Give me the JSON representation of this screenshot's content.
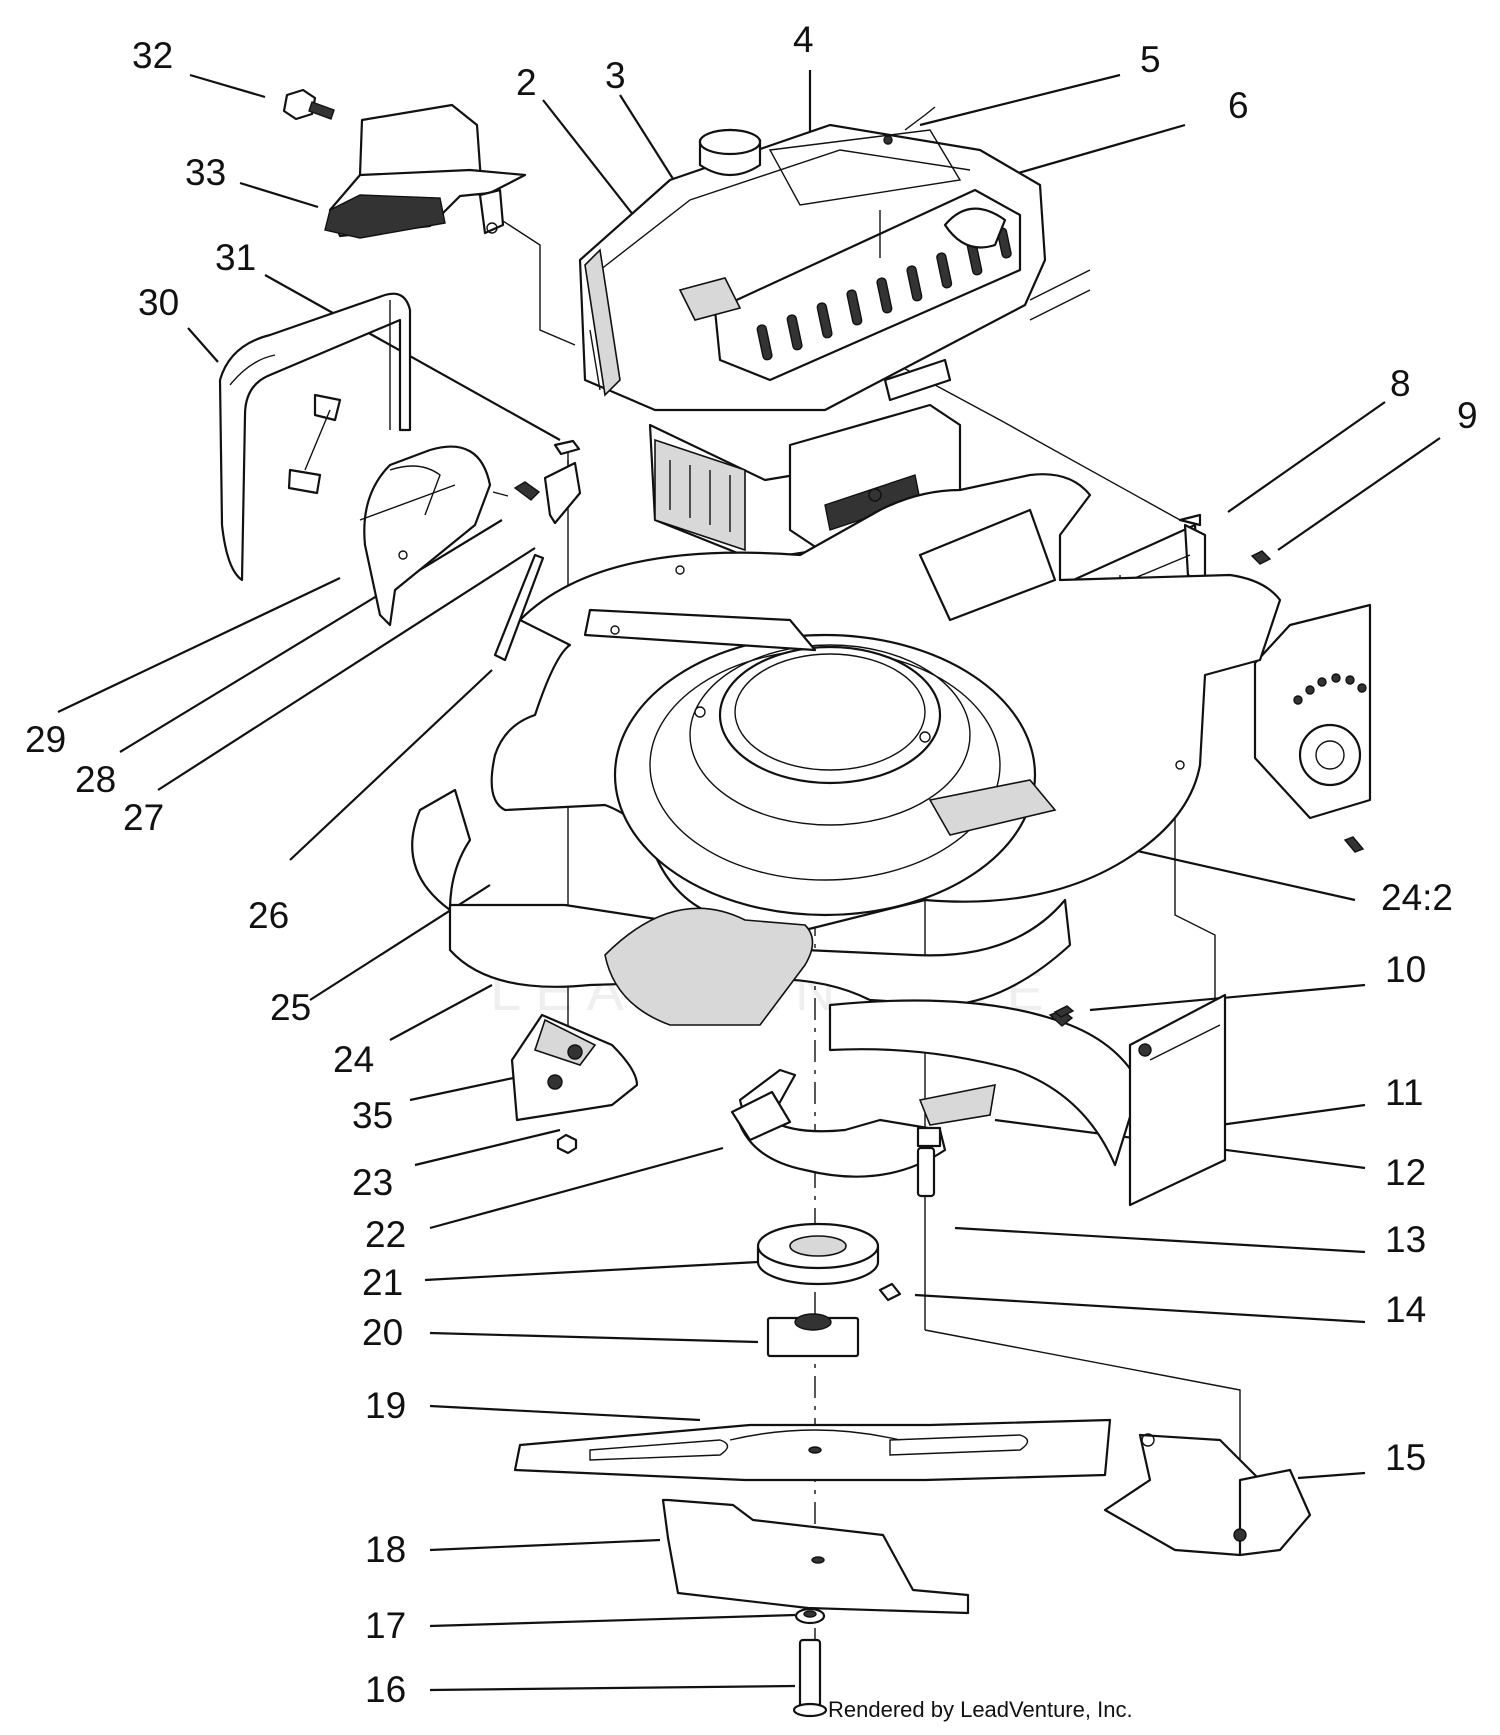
{
  "diagram": {
    "callouts": [
      "32",
      "2",
      "3",
      "4",
      "5",
      "6",
      "33",
      "31",
      "30",
      "8",
      "9",
      "29",
      "28",
      "27",
      "26",
      "24:2",
      "25",
      "10",
      "24",
      "11",
      "35",
      "12",
      "23",
      "22",
      "13",
      "21",
      "14",
      "20",
      "19",
      "15",
      "18",
      "17",
      "16"
    ],
    "credit": "Rendered by LeadVenture, Inc.",
    "watermark": "LEADVENTURE"
  }
}
